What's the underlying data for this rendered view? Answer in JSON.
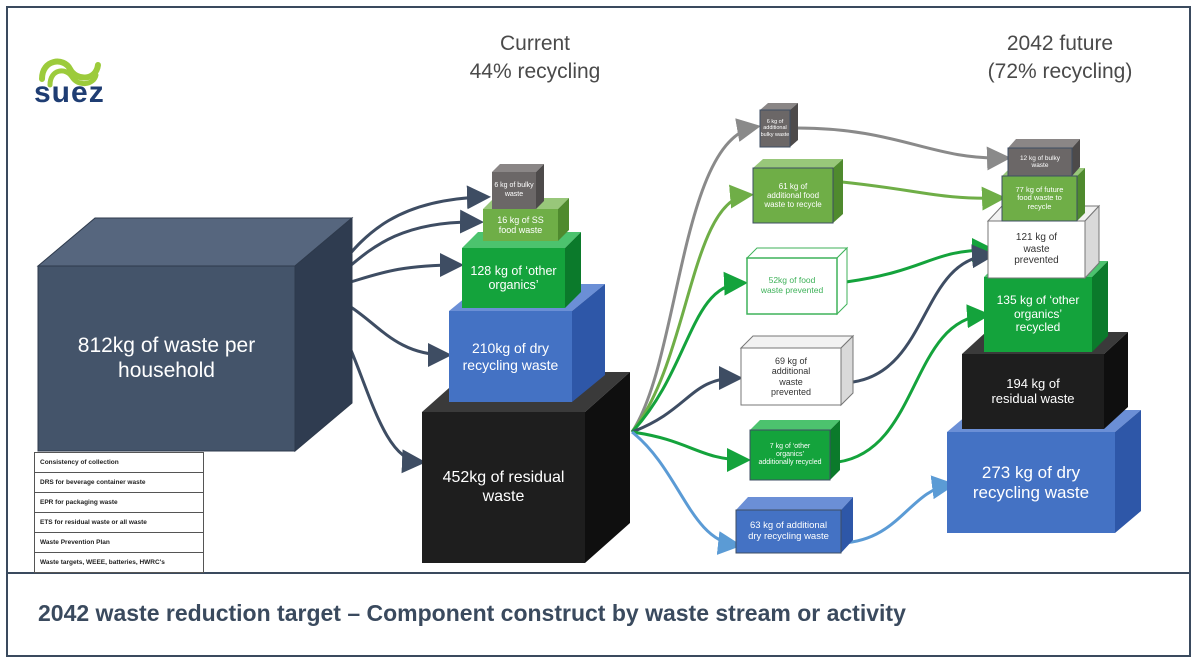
{
  "logo": {
    "text": "suez"
  },
  "headings": {
    "current_line1": "Current",
    "current_line2": "44% recycling",
    "future_line1": "2042 future",
    "future_line2": "(72% recycling)"
  },
  "boxes": {
    "household": "812kg of waste per household",
    "bulky_current": "6 kg of bulky waste",
    "ss_food": "16 kg of SS food waste",
    "other_organics_current": "128 kg of ‘other organics’",
    "dry_current": "210kg of dry recycling waste",
    "residual_current": "452kg of residual waste",
    "additional_bulky": "6 kg of additional bulky waste",
    "additional_food_recycle": "61 kg of additional food waste to recycle",
    "food_prevented": "52kg of food waste prevented",
    "additional_prevented": "69 kg of additional waste prevented",
    "other_organics_additional": "7 kg of ‘other organics’ additionally recycled",
    "additional_dry": "63 kg of additional dry recycling waste",
    "bulky_future": "12 kg of bulky waste",
    "future_food": "77 kg of future food waste to recycle",
    "waste_prevented_future": "121 kg of waste prevented",
    "other_organics_future": "135 kg of ‘other organics’ recycled",
    "residual_future": "194 kg of residual waste",
    "dry_future": "273 kg of dry recycling waste"
  },
  "legend": [
    "Consistency of collection",
    "DRS for beverage container waste",
    "EPR for packaging waste",
    "ETS for residual waste or all waste",
    "Waste Prevention Plan",
    "Waste targets, WEEE, batteries, HWRC's"
  ],
  "footer": {
    "title": "2042 waste reduction target – Component construct by waste stream or activity"
  },
  "colors": {
    "navy": "#3e4d63",
    "grey": "#6b6767",
    "green_light": "#6fae47",
    "green": "#14a33c",
    "blue": "#4472c4",
    "black": "#1e1e1e",
    "frame": "#3a4a5e"
  }
}
